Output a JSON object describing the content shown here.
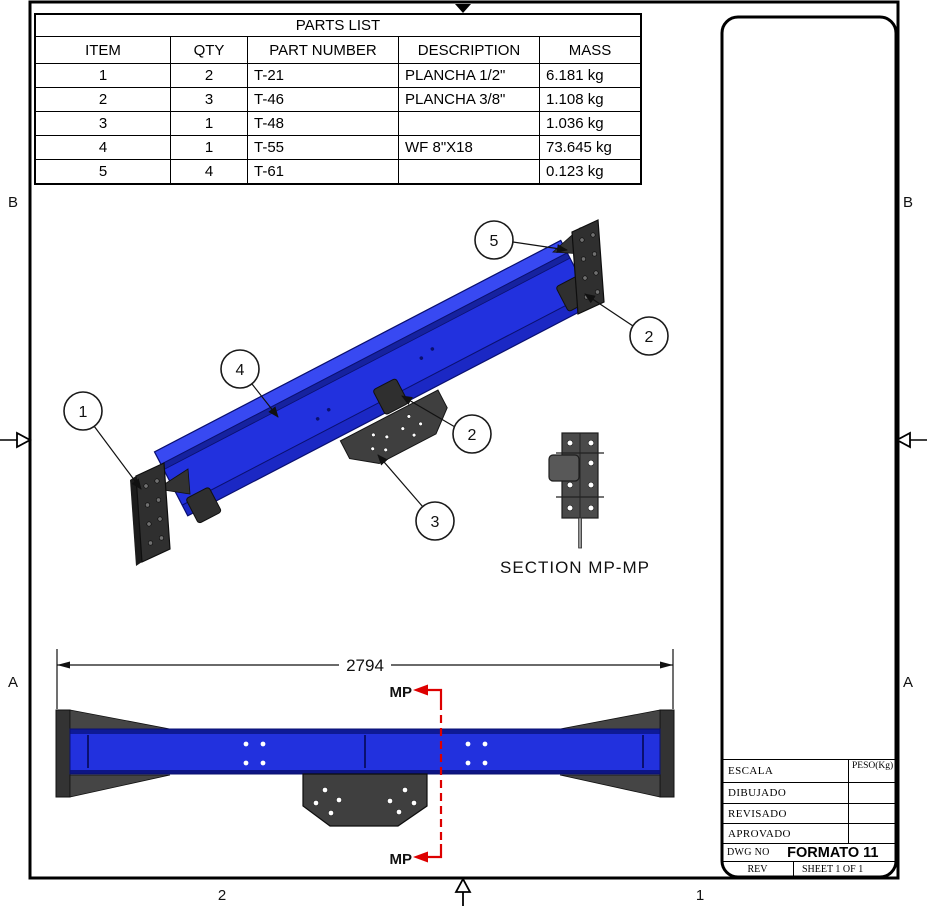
{
  "drawing": {
    "section_label": "SECTION MP-MP",
    "dimension_value": "2794",
    "mp_top": "MP",
    "mp_bottom": "MP"
  },
  "parts_list": {
    "title": "PARTS LIST",
    "columns": [
      "ITEM",
      "QTY",
      "PART NUMBER",
      "DESCRIPTION",
      "MASS"
    ],
    "rows": [
      {
        "item": "1",
        "qty": "2",
        "part_number": "T-21",
        "description": "PLANCHA 1/2\"",
        "mass": "6.181 kg"
      },
      {
        "item": "2",
        "qty": "3",
        "part_number": "T-46",
        "description": "PLANCHA 3/8\"",
        "mass": "1.108 kg"
      },
      {
        "item": "3",
        "qty": "1",
        "part_number": "T-48",
        "description": "",
        "mass": "1.036 kg"
      },
      {
        "item": "4",
        "qty": "1",
        "part_number": "T-55",
        "description": "WF 8\"X18",
        "mass": "73.645 kg"
      },
      {
        "item": "5",
        "qty": "4",
        "part_number": "T-61",
        "description": "",
        "mass": "0.123 kg"
      }
    ]
  },
  "balloons": {
    "b1": "1",
    "b2_top": "2",
    "b2_mid": "2",
    "b3": "3",
    "b4": "4",
    "b5": "5"
  },
  "title_block": {
    "escala": "ESCALA",
    "peso": "PESO(Kg)",
    "dibujado": "DIBUJADO",
    "revisado": "REVISADO",
    "aprovado": "APROVADO",
    "dwg_no": "DWG NO",
    "dwg_value": "FORMATO 11",
    "rev": "REV",
    "sheet": "SHEET 1 OF 1"
  },
  "frame": {
    "zone_left_top": "B",
    "zone_left_bottom": "A",
    "zone_right_top": "B",
    "zone_right_bottom": "A",
    "col_left": "2",
    "col_right": "1"
  },
  "colors": {
    "beam_blue": "#2231de",
    "beam_top": "#3849f2",
    "beam_lip": "#16229f",
    "beam_bottom_lip": "#1b28c4",
    "beam_band_top": "#0e1a96",
    "beam_band_bottom": "#0d1584",
    "beam_dark_edge": "#0a1070",
    "plate_dark": "#2f2f2f",
    "plate_mid": "#3f3f3f",
    "plate_light": "#4a4a4a",
    "block_gray": "#585858",
    "wedge_gray": "#454545",
    "marker_red": "#dd0000"
  }
}
